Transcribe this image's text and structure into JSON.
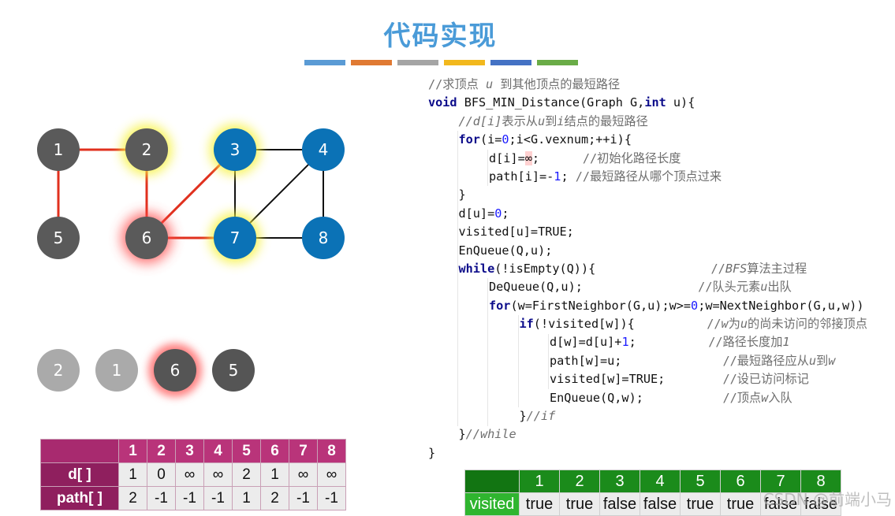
{
  "slide": {
    "title": "代码实现",
    "color_bar": [
      "#5a9bd5",
      "#e07a33",
      "#a5a5a5",
      "#f2b81d",
      "#4472c4",
      "#6aac47"
    ]
  },
  "graph": {
    "nodes": [
      {
        "id": "1",
        "label": "1",
        "color": "#5a5a5a",
        "glow": "none"
      },
      {
        "id": "2",
        "label": "2",
        "color": "#5a5a5a",
        "glow": "yellow"
      },
      {
        "id": "3",
        "label": "3",
        "color": "#0b72b6",
        "glow": "yellow"
      },
      {
        "id": "4",
        "label": "4",
        "color": "#0b72b6",
        "glow": "none"
      },
      {
        "id": "5",
        "label": "5",
        "color": "#5a5a5a",
        "glow": "none"
      },
      {
        "id": "6",
        "label": "6",
        "color": "#5a5a5a",
        "glow": "red"
      },
      {
        "id": "7",
        "label": "7",
        "color": "#0b72b6",
        "glow": "yellow"
      },
      {
        "id": "8",
        "label": "8",
        "color": "#0b72b6",
        "glow": "none"
      }
    ],
    "edges": [
      {
        "from": "1",
        "to": "2",
        "color": "#e0301e"
      },
      {
        "from": "1",
        "to": "5",
        "color": "#e0301e"
      },
      {
        "from": "2",
        "to": "6",
        "color": "#e0301e"
      },
      {
        "from": "3",
        "to": "6",
        "color": "#e0301e"
      },
      {
        "from": "6",
        "to": "7",
        "color": "#e0301e"
      },
      {
        "from": "3",
        "to": "4",
        "color": "#111111"
      },
      {
        "from": "3",
        "to": "7",
        "color": "#111111"
      },
      {
        "from": "4",
        "to": "7",
        "color": "#111111"
      },
      {
        "from": "4",
        "to": "8",
        "color": "#111111"
      },
      {
        "from": "7",
        "to": "8",
        "color": "#111111"
      }
    ]
  },
  "queue": [
    {
      "label": "2",
      "state": "dequeued"
    },
    {
      "label": "1",
      "state": "dequeued"
    },
    {
      "label": "6",
      "state": "current"
    },
    {
      "label": "5",
      "state": "queued"
    }
  ],
  "distance_table": {
    "columns": [
      "1",
      "2",
      "3",
      "4",
      "5",
      "6",
      "7",
      "8"
    ],
    "rows": [
      {
        "name": "d[ ]",
        "values": [
          "1",
          "0",
          "∞",
          "∞",
          "2",
          "1",
          "∞",
          "∞"
        ]
      },
      {
        "name": "path[ ]",
        "values": [
          "2",
          "-1",
          "-1",
          "-1",
          "1",
          "2",
          "-1",
          "-1"
        ]
      }
    ]
  },
  "code": {
    "lines": [
      {
        "indent": 0,
        "segments": [
          {
            "t": "//求顶点 ",
            "c": "cmt"
          },
          {
            "t": "u",
            "c": "cmt-i"
          },
          {
            "t": " 到其他顶点的最短路径",
            "c": "cmt"
          }
        ]
      },
      {
        "indent": 0,
        "segments": [
          {
            "t": "void",
            "c": "kw"
          },
          {
            "t": " BFS_MIN_Distance(Graph G,",
            "c": ""
          },
          {
            "t": "int",
            "c": "kw"
          },
          {
            "t": " u){",
            "c": ""
          }
        ]
      },
      {
        "indent": 1,
        "segments": [
          {
            "t": "//d[i]",
            "c": "cmt-i"
          },
          {
            "t": "表示从",
            "c": "cmt"
          },
          {
            "t": "u",
            "c": "cmt-i"
          },
          {
            "t": "到",
            "c": "cmt"
          },
          {
            "t": "i",
            "c": "cmt-i"
          },
          {
            "t": "结点的最短路径",
            "c": "cmt"
          }
        ]
      },
      {
        "indent": 1,
        "segments": [
          {
            "t": "for",
            "c": "kw"
          },
          {
            "t": "(i=",
            "c": ""
          },
          {
            "t": "0",
            "c": "num"
          },
          {
            "t": ";i<G.vexnum;++i){",
            "c": ""
          }
        ]
      },
      {
        "indent": 2,
        "segments": [
          {
            "t": "d[i]=",
            "c": ""
          },
          {
            "t": "∞",
            "c": "hl"
          },
          {
            "t": ";      ",
            "c": ""
          },
          {
            "t": "//初始化路径长度",
            "c": "cmt"
          }
        ]
      },
      {
        "indent": 2,
        "segments": [
          {
            "t": "path[i]=-",
            "c": ""
          },
          {
            "t": "1",
            "c": "num"
          },
          {
            "t": "; ",
            "c": ""
          },
          {
            "t": "//最短路径从哪个顶点过来",
            "c": "cmt"
          }
        ]
      },
      {
        "indent": 1,
        "segments": [
          {
            "t": "}",
            "c": ""
          }
        ]
      },
      {
        "indent": 1,
        "segments": [
          {
            "t": "d[u]=",
            "c": ""
          },
          {
            "t": "0",
            "c": "num"
          },
          {
            "t": ";",
            "c": ""
          }
        ]
      },
      {
        "indent": 1,
        "segments": [
          {
            "t": "visited[u]=TRUE;",
            "c": ""
          }
        ]
      },
      {
        "indent": 1,
        "segments": [
          {
            "t": "EnQueue(Q,u);",
            "c": ""
          }
        ]
      },
      {
        "indent": 1,
        "segments": [
          {
            "t": "while",
            "c": "kw"
          },
          {
            "t": "(!isEmpty(Q)){                ",
            "c": ""
          },
          {
            "t": "//",
            "c": "cmt"
          },
          {
            "t": "BFS",
            "c": "cmt-i"
          },
          {
            "t": "算法主过程",
            "c": "cmt"
          }
        ]
      },
      {
        "indent": 2,
        "segments": [
          {
            "t": "DeQueue(Q,u);                ",
            "c": ""
          },
          {
            "t": "//队头元素",
            "c": "cmt"
          },
          {
            "t": "u",
            "c": "cmt-i"
          },
          {
            "t": "出队",
            "c": "cmt"
          }
        ]
      },
      {
        "indent": 2,
        "segments": [
          {
            "t": "for",
            "c": "kw"
          },
          {
            "t": "(w=FirstNeighbor(G,u);w>=",
            "c": ""
          },
          {
            "t": "0",
            "c": "num"
          },
          {
            "t": ";w=NextNeighbor(G,u,w))",
            "c": ""
          }
        ]
      },
      {
        "indent": 3,
        "segments": [
          {
            "t": "if",
            "c": "kw"
          },
          {
            "t": "(!visited[w]){          ",
            "c": ""
          },
          {
            "t": "//",
            "c": "cmt"
          },
          {
            "t": "w",
            "c": "cmt-i"
          },
          {
            "t": "为",
            "c": "cmt"
          },
          {
            "t": "u",
            "c": "cmt-i"
          },
          {
            "t": "的尚未访问的邻接顶点",
            "c": "cmt"
          }
        ]
      },
      {
        "indent": 4,
        "segments": [
          {
            "t": "d[w]=d[u]+",
            "c": ""
          },
          {
            "t": "1",
            "c": "num"
          },
          {
            "t": ";          ",
            "c": ""
          },
          {
            "t": "//路径长度加",
            "c": "cmt"
          },
          {
            "t": "1",
            "c": "cmt-i"
          }
        ]
      },
      {
        "indent": 4,
        "segments": [
          {
            "t": "path[w]=u;              ",
            "c": ""
          },
          {
            "t": "//最短路径应从",
            "c": "cmt"
          },
          {
            "t": "u",
            "c": "cmt-i"
          },
          {
            "t": "到",
            "c": "cmt"
          },
          {
            "t": "w",
            "c": "cmt-i"
          }
        ]
      },
      {
        "indent": 4,
        "segments": [
          {
            "t": "visited[w]=TRUE;        ",
            "c": ""
          },
          {
            "t": "//设已访问标记",
            "c": "cmt"
          }
        ]
      },
      {
        "indent": 4,
        "segments": [
          {
            "t": "EnQueue(Q,w);           ",
            "c": ""
          },
          {
            "t": "//顶点",
            "c": "cmt"
          },
          {
            "t": "w",
            "c": "cmt-i"
          },
          {
            "t": "入队",
            "c": "cmt"
          }
        ]
      },
      {
        "indent": 3,
        "segments": [
          {
            "t": "}",
            "c": ""
          },
          {
            "t": "//if",
            "c": "cmt-i"
          }
        ]
      },
      {
        "indent": 1,
        "segments": [
          {
            "t": "}",
            "c": ""
          },
          {
            "t": "//while",
            "c": "cmt-i"
          }
        ]
      },
      {
        "indent": 0,
        "segments": [
          {
            "t": "}",
            "c": ""
          }
        ]
      }
    ]
  },
  "visited_table": {
    "row_label": "visited",
    "columns": [
      "1",
      "2",
      "3",
      "4",
      "5",
      "6",
      "7",
      "8"
    ],
    "values": [
      "true",
      "true",
      "false",
      "false",
      "true",
      "true",
      "false",
      "false"
    ]
  },
  "watermark": "CSDN @前端小马"
}
